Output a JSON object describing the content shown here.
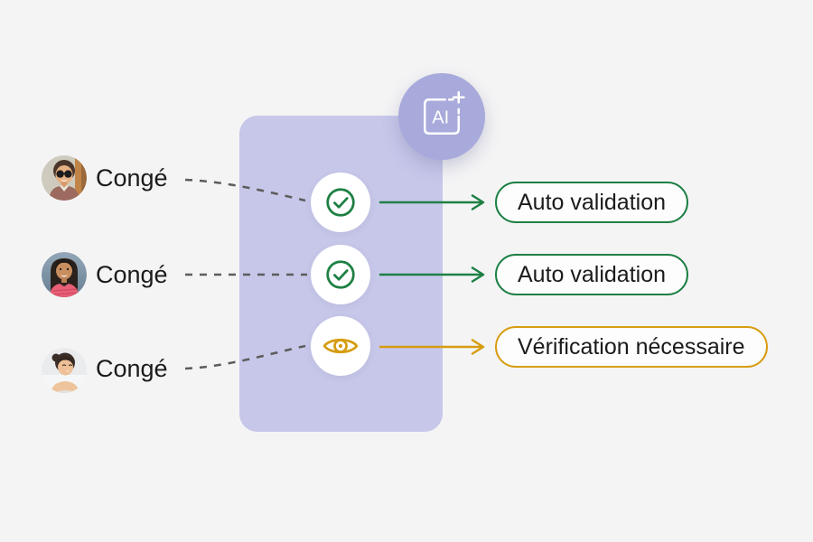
{
  "colors": {
    "background": "#f4f4f5",
    "panel": "#c6c7e9",
    "badge": "#a8aadb",
    "approved_green": "#1e8044",
    "review_orange": "#d69d10",
    "text": "#1b1b1b",
    "connector_gray": "#5c5c5c",
    "status_circle_bg": "#ffffff"
  },
  "badge": {
    "label": "AI",
    "icon": "ai-plus-icon"
  },
  "rows": [
    {
      "request_label": "Congé",
      "avatar": "man-with-sunglasses",
      "status": "auto-approved",
      "status_icon": "check-circle-icon",
      "result_label": "Auto validation",
      "accent": "#1e8044"
    },
    {
      "request_label": "Congé",
      "avatar": "smiling-woman-pink-top",
      "status": "auto-approved",
      "status_icon": "check-circle-icon",
      "result_label": "Auto validation",
      "accent": "#1e8044"
    },
    {
      "request_label": "Congé",
      "avatar": "woman-looking-aside",
      "status": "needs-review",
      "status_icon": "eye-icon",
      "result_label": "Vérification nécessaire",
      "accent": "#d69d10"
    }
  ]
}
